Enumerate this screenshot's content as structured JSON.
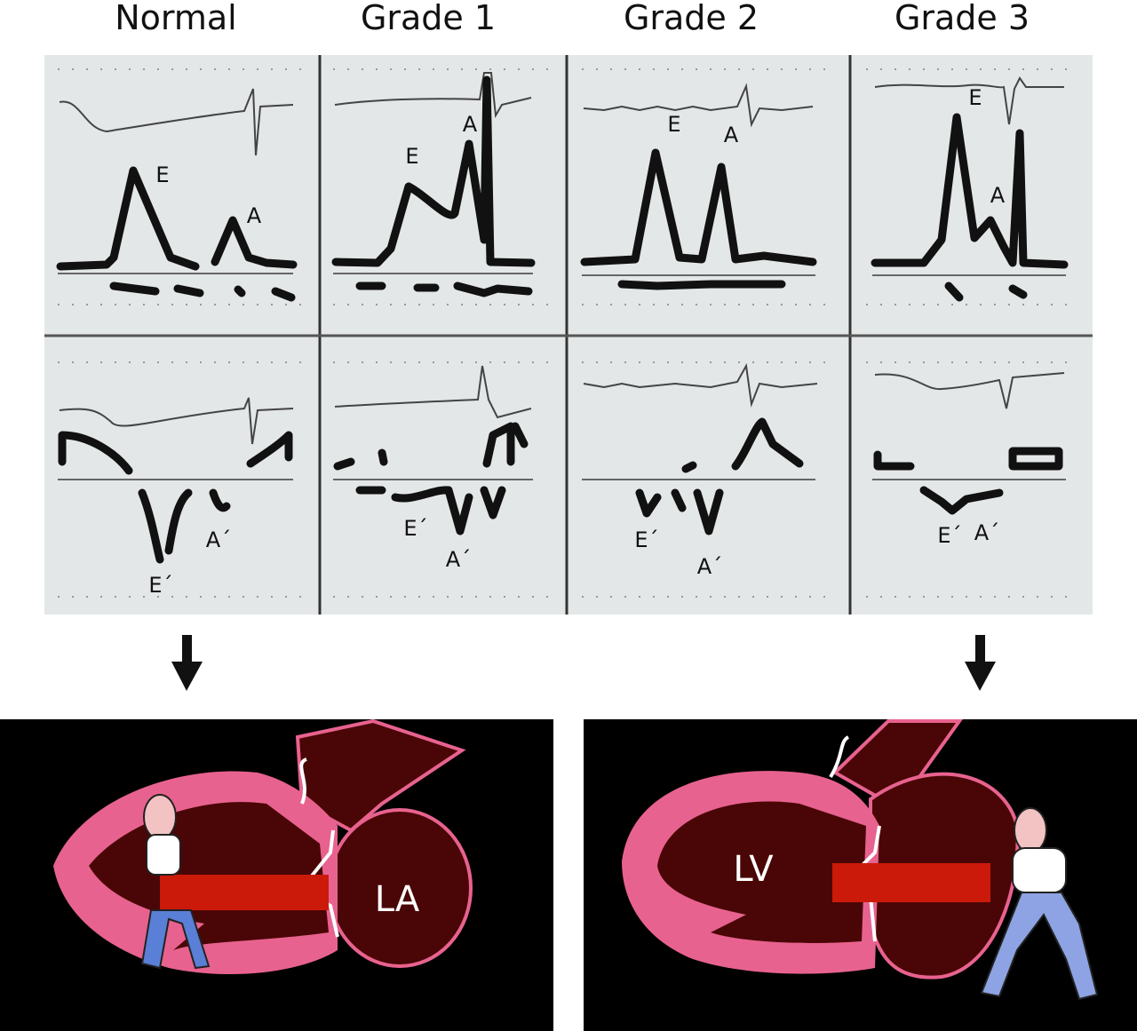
{
  "columns": [
    {
      "title": "Normal",
      "top_labels": [
        "E",
        "A"
      ],
      "bottom_labels": [
        "E´",
        "A´"
      ]
    },
    {
      "title": "Grade 1",
      "top_labels": [
        "E",
        "A"
      ],
      "bottom_labels": [
        "E´",
        "A´"
      ]
    },
    {
      "title": "Grade 2",
      "top_labels": [
        "E",
        "A"
      ],
      "bottom_labels": [
        "E´",
        "A´"
      ]
    },
    {
      "title": "Grade 3",
      "top_labels": [
        "E",
        "A"
      ],
      "bottom_labels": [
        "E´",
        "A´"
      ]
    }
  ],
  "illustrations": {
    "left": {
      "chamber_label": "LA"
    },
    "right": {
      "chamber_label": "LV"
    }
  },
  "colors": {
    "panel_bg": "#e4e7e7",
    "myocardium": "#e8628f",
    "blood": "#4a0606",
    "bar": "#cc1a0a",
    "background": "#000000"
  }
}
